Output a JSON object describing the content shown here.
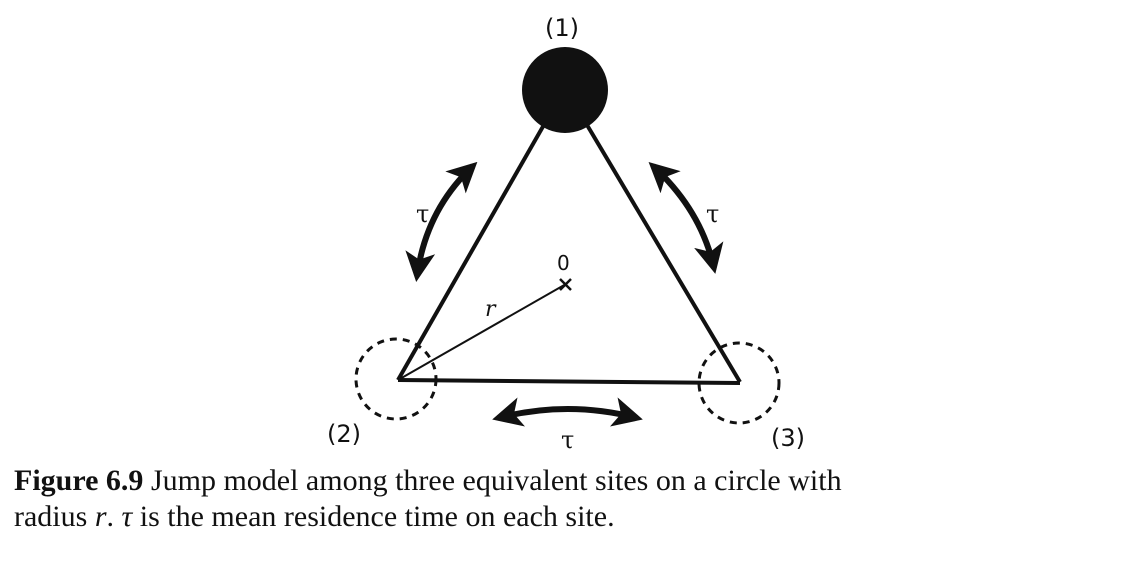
{
  "figure": {
    "site_labels": {
      "site1": "(1)",
      "site2": "(2)",
      "site3": "(3)"
    },
    "center_label": "0",
    "radius_label": "r",
    "residence_symbol": "τ"
  },
  "caption": {
    "number": "Figure 6.9",
    "line1_text": " Jump model among three equivalent sites on a circle with",
    "line2_start": "radius ",
    "line2_var_r": "r",
    "line2_mid": ". ",
    "line2_var_tau": "τ",
    "line2_end": " is the mean residence time on each site."
  }
}
